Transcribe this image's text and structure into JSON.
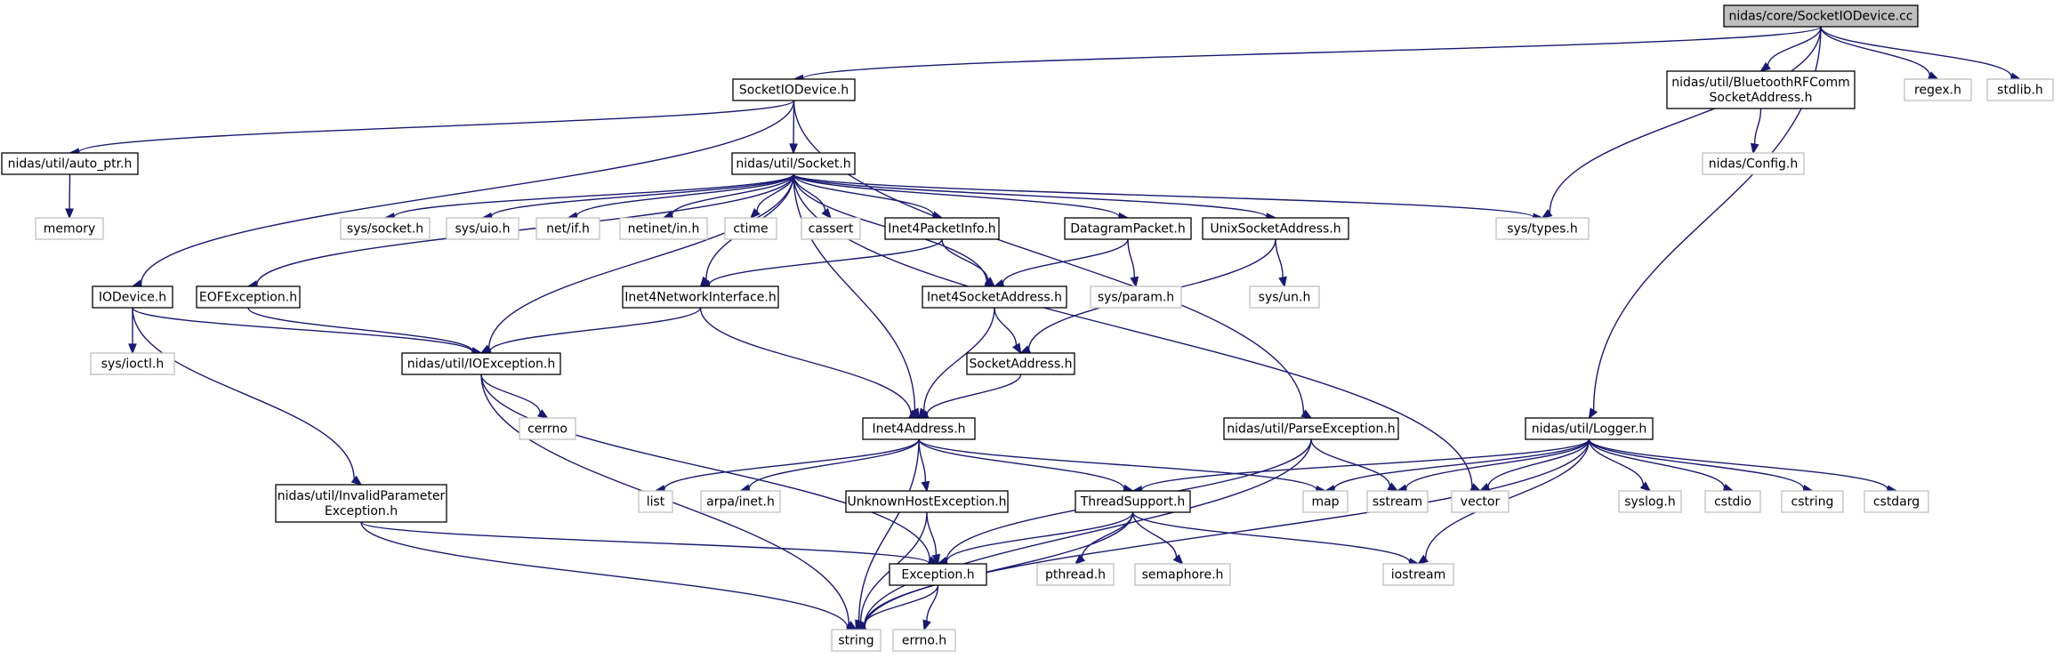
{
  "colors": {
    "edge": "#191970",
    "root_fill": "#bfbfbf",
    "node_stroke": "#000000",
    "external_stroke": "#bfbfbf",
    "external_text": "#7f7f7f",
    "node_fill": "#ffffff"
  },
  "nodes": [
    {
      "id": "root",
      "lines": [
        "nidas/core/SocketIODevice.cc"
      ],
      "kind": "root"
    },
    {
      "id": "socketiodevice",
      "lines": [
        "SocketIODevice.h"
      ],
      "kind": "doc"
    },
    {
      "id": "bluetooth",
      "lines": [
        "nidas/util/BluetoothRFComm",
        "SocketAddress.h"
      ],
      "kind": "doc"
    },
    {
      "id": "regex",
      "lines": [
        "regex.h"
      ],
      "kind": "ext"
    },
    {
      "id": "stdlib",
      "lines": [
        "stdlib.h"
      ],
      "kind": "ext"
    },
    {
      "id": "autoptr",
      "lines": [
        "nidas/util/auto_ptr.h"
      ],
      "kind": "doc"
    },
    {
      "id": "socket",
      "lines": [
        "nidas/util/Socket.h"
      ],
      "kind": "doc"
    },
    {
      "id": "config",
      "lines": [
        "nidas/Config.h"
      ],
      "kind": "ext"
    },
    {
      "id": "memory",
      "lines": [
        "memory"
      ],
      "kind": "ext"
    },
    {
      "id": "syssocket",
      "lines": [
        "sys/socket.h"
      ],
      "kind": "ext"
    },
    {
      "id": "sysuio",
      "lines": [
        "sys/uio.h"
      ],
      "kind": "ext"
    },
    {
      "id": "netif",
      "lines": [
        "net/if.h"
      ],
      "kind": "ext"
    },
    {
      "id": "netinetin",
      "lines": [
        "netinet/in.h"
      ],
      "kind": "ext"
    },
    {
      "id": "ctime",
      "lines": [
        "ctime"
      ],
      "kind": "ext"
    },
    {
      "id": "cassert",
      "lines": [
        "cassert"
      ],
      "kind": "ext"
    },
    {
      "id": "inet4packetinfo",
      "lines": [
        "Inet4PacketInfo.h"
      ],
      "kind": "doc"
    },
    {
      "id": "datagrampacket",
      "lines": [
        "DatagramPacket.h"
      ],
      "kind": "doc"
    },
    {
      "id": "unixsocketaddress",
      "lines": [
        "UnixSocketAddress.h"
      ],
      "kind": "doc"
    },
    {
      "id": "systypes",
      "lines": [
        "sys/types.h"
      ],
      "kind": "ext"
    },
    {
      "id": "iodevice",
      "lines": [
        "IODevice.h"
      ],
      "kind": "doc"
    },
    {
      "id": "eofexception",
      "lines": [
        "EOFException.h"
      ],
      "kind": "doc"
    },
    {
      "id": "inet4networkinterface",
      "lines": [
        "Inet4NetworkInterface.h"
      ],
      "kind": "doc"
    },
    {
      "id": "inet4socketaddress",
      "lines": [
        "Inet4SocketAddress.h"
      ],
      "kind": "doc"
    },
    {
      "id": "sysparam",
      "lines": [
        "sys/param.h"
      ],
      "kind": "ext"
    },
    {
      "id": "sysun",
      "lines": [
        "sys/un.h"
      ],
      "kind": "ext"
    },
    {
      "id": "sysioctl",
      "lines": [
        "sys/ioctl.h"
      ],
      "kind": "ext"
    },
    {
      "id": "ioexception",
      "lines": [
        "nidas/util/IOException.h"
      ],
      "kind": "doc"
    },
    {
      "id": "socketaddress",
      "lines": [
        "SocketAddress.h"
      ],
      "kind": "doc"
    },
    {
      "id": "cerrno",
      "lines": [
        "cerrno"
      ],
      "kind": "ext"
    },
    {
      "id": "inet4address",
      "lines": [
        "Inet4Address.h"
      ],
      "kind": "doc"
    },
    {
      "id": "parseexception",
      "lines": [
        "nidas/util/ParseException.h"
      ],
      "kind": "doc"
    },
    {
      "id": "logger",
      "lines": [
        "nidas/util/Logger.h"
      ],
      "kind": "doc"
    },
    {
      "id": "invalidparam",
      "lines": [
        "nidas/util/InvalidParameter",
        "Exception.h"
      ],
      "kind": "doc"
    },
    {
      "id": "list",
      "lines": [
        "list"
      ],
      "kind": "ext"
    },
    {
      "id": "arpainet",
      "lines": [
        "arpa/inet.h"
      ],
      "kind": "ext"
    },
    {
      "id": "unknownhost",
      "lines": [
        "UnknownHostException.h"
      ],
      "kind": "doc"
    },
    {
      "id": "threadsupport",
      "lines": [
        "ThreadSupport.h"
      ],
      "kind": "doc"
    },
    {
      "id": "map",
      "lines": [
        "map"
      ],
      "kind": "ext"
    },
    {
      "id": "sstream",
      "lines": [
        "sstream"
      ],
      "kind": "ext"
    },
    {
      "id": "vector",
      "lines": [
        "vector"
      ],
      "kind": "ext"
    },
    {
      "id": "syslog",
      "lines": [
        "syslog.h"
      ],
      "kind": "ext"
    },
    {
      "id": "cstdio",
      "lines": [
        "cstdio"
      ],
      "kind": "ext"
    },
    {
      "id": "cstring",
      "lines": [
        "cstring"
      ],
      "kind": "ext"
    },
    {
      "id": "cstdarg",
      "lines": [
        "cstdarg"
      ],
      "kind": "ext"
    },
    {
      "id": "exception",
      "lines": [
        "Exception.h"
      ],
      "kind": "doc"
    },
    {
      "id": "pthread",
      "lines": [
        "pthread.h"
      ],
      "kind": "ext"
    },
    {
      "id": "semaphore",
      "lines": [
        "semaphore.h"
      ],
      "kind": "ext"
    },
    {
      "id": "iostream",
      "lines": [
        "iostream"
      ],
      "kind": "ext"
    },
    {
      "id": "string",
      "lines": [
        "string"
      ],
      "kind": "ext"
    },
    {
      "id": "errno",
      "lines": [
        "errno.h"
      ],
      "kind": "ext"
    }
  ],
  "edges": [
    [
      "root",
      "socketiodevice"
    ],
    [
      "root",
      "bluetooth"
    ],
    [
      "root",
      "regex"
    ],
    [
      "root",
      "stdlib"
    ],
    [
      "root",
      "systypes"
    ],
    [
      "root",
      "logger"
    ],
    [
      "socketiodevice",
      "autoptr"
    ],
    [
      "socketiodevice",
      "socket"
    ],
    [
      "socketiodevice",
      "iodevice"
    ],
    [
      "socketiodevice",
      "parseexception"
    ],
    [
      "bluetooth",
      "config"
    ],
    [
      "autoptr",
      "memory"
    ],
    [
      "socket",
      "syssocket"
    ],
    [
      "socket",
      "sysuio"
    ],
    [
      "socket",
      "netif"
    ],
    [
      "socket",
      "netinetin"
    ],
    [
      "socket",
      "ctime"
    ],
    [
      "socket",
      "cassert"
    ],
    [
      "socket",
      "inet4packetinfo"
    ],
    [
      "socket",
      "datagrampacket"
    ],
    [
      "socket",
      "unixsocketaddress"
    ],
    [
      "socket",
      "systypes"
    ],
    [
      "socket",
      "eofexception"
    ],
    [
      "socket",
      "inet4networkinterface"
    ],
    [
      "socket",
      "inet4socketaddress"
    ],
    [
      "socket",
      "ioexception"
    ],
    [
      "socket",
      "inet4address"
    ],
    [
      "socket",
      "vector"
    ],
    [
      "inet4packetinfo",
      "inet4networkinterface"
    ],
    [
      "inet4packetinfo",
      "inet4socketaddress"
    ],
    [
      "datagrampacket",
      "inet4socketaddress"
    ],
    [
      "datagrampacket",
      "sysparam"
    ],
    [
      "unixsocketaddress",
      "sysun"
    ],
    [
      "unixsocketaddress",
      "socketaddress"
    ],
    [
      "iodevice",
      "sysioctl"
    ],
    [
      "iodevice",
      "ioexception"
    ],
    [
      "iodevice",
      "invalidparam"
    ],
    [
      "eofexception",
      "ioexception"
    ],
    [
      "inet4networkinterface",
      "ioexception"
    ],
    [
      "inet4networkinterface",
      "inet4address"
    ],
    [
      "inet4socketaddress",
      "socketaddress"
    ],
    [
      "inet4socketaddress",
      "inet4address"
    ],
    [
      "socketaddress",
      "inet4address"
    ],
    [
      "ioexception",
      "cerrno"
    ],
    [
      "ioexception",
      "exception"
    ],
    [
      "ioexception",
      "string"
    ],
    [
      "inet4address",
      "list"
    ],
    [
      "inet4address",
      "arpainet"
    ],
    [
      "inet4address",
      "unknownhost"
    ],
    [
      "inet4address",
      "threadsupport"
    ],
    [
      "inet4address",
      "map"
    ],
    [
      "inet4address",
      "string"
    ],
    [
      "parseexception",
      "exception"
    ],
    [
      "parseexception",
      "sstream"
    ],
    [
      "parseexception",
      "string"
    ],
    [
      "logger",
      "threadsupport"
    ],
    [
      "logger",
      "map"
    ],
    [
      "logger",
      "sstream"
    ],
    [
      "logger",
      "vector"
    ],
    [
      "logger",
      "syslog"
    ],
    [
      "logger",
      "cstdio"
    ],
    [
      "logger",
      "cstring"
    ],
    [
      "logger",
      "cstdarg"
    ],
    [
      "logger",
      "iostream"
    ],
    [
      "logger",
      "string"
    ],
    [
      "invalidparam",
      "exception"
    ],
    [
      "invalidparam",
      "string"
    ],
    [
      "unknownhost",
      "exception"
    ],
    [
      "unknownhost",
      "string"
    ],
    [
      "threadsupport",
      "exception"
    ],
    [
      "threadsupport",
      "pthread"
    ],
    [
      "threadsupport",
      "semaphore"
    ],
    [
      "threadsupport",
      "iostream"
    ],
    [
      "threadsupport",
      "string"
    ],
    [
      "exception",
      "string"
    ],
    [
      "exception",
      "errno"
    ]
  ]
}
